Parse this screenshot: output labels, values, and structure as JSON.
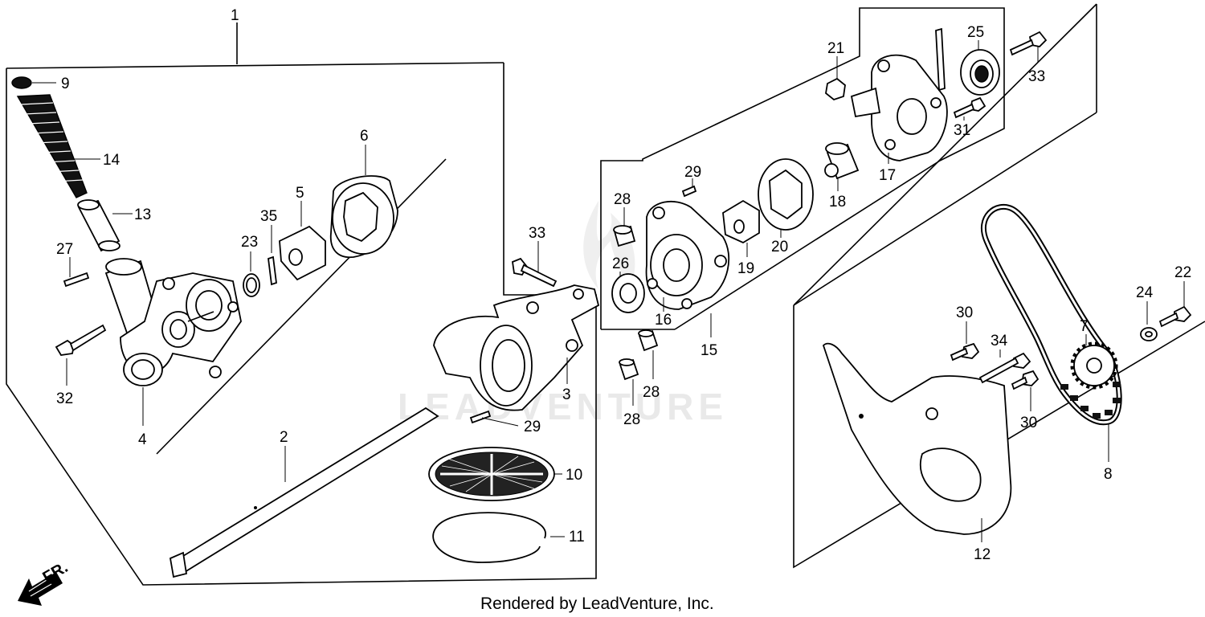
{
  "watermark": "LEADVENTURE",
  "credit": "Rendered by LeadVenture, Inc.",
  "front_marker": "FR.",
  "callouts": {
    "c1": "1",
    "c2": "2",
    "c3": "3",
    "c4": "4",
    "c5": "5",
    "c6": "6",
    "c7": "7",
    "c8": "8",
    "c9": "9",
    "c10": "10",
    "c11": "11",
    "c12": "12",
    "c13": "13",
    "c14": "14",
    "c15": "15",
    "c16": "16",
    "c17": "17",
    "c18": "18",
    "c19": "19",
    "c20": "20",
    "c21": "21",
    "c22": "22",
    "c23": "23",
    "c24": "24",
    "c25": "25",
    "c26": "26",
    "c27": "27",
    "c28a": "28",
    "c28b": "28",
    "c28c": "28",
    "c29a": "29",
    "c29b": "29",
    "c30a": "30",
    "c30b": "30",
    "c31": "31",
    "c32": "32",
    "c33a": "33",
    "c33b": "33",
    "c34": "34",
    "c35": "35"
  }
}
